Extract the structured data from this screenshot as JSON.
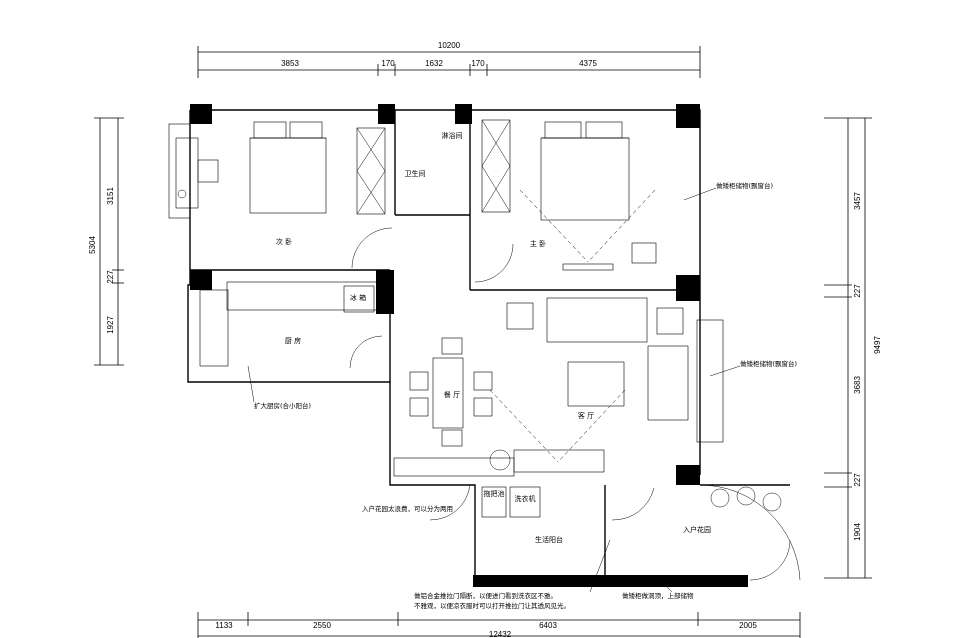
{
  "dimensions": {
    "top_total": "10200",
    "top_segments": [
      "3853",
      "170",
      "1632",
      "170",
      "4375"
    ],
    "left_total": "5304",
    "left_segments": [
      "3151",
      "227",
      "1927"
    ],
    "right_total": "9497",
    "right_segments": [
      "3457",
      "227",
      "3683",
      "227",
      "1904"
    ],
    "bottom_total": "12432",
    "bottom_segments": [
      "1133",
      "2550",
      "6403",
      "2005"
    ]
  },
  "rooms": {
    "second_bedroom": "次 卧",
    "master_bedroom": "主 卧",
    "bathroom": "卫生间",
    "shower": "淋浴间",
    "kitchen": "厨 房",
    "fridge": "冰 箱",
    "dining": "餐 厅",
    "living": "客 厅",
    "mop_sink": "拖把池",
    "washer": "洗衣机",
    "service_balcony": "生活阳台",
    "entry_garden": "入户花园"
  },
  "notes": {
    "bay_storage_top": "做矮柜储物(飘窗台)",
    "bay_storage_living": "做矮柜储物(飘窗台)",
    "kitchen_expand": "扩大厨房(合小阳台)",
    "garden_split": "入户花园太浪费，可以分为两用",
    "sliding_door_1": "做铝合金推拉门隔断，以便进门看到洗衣区不雅。",
    "sliding_door_2": "不雅观，以便凉衣服时可以打开推拉门让其透风见光。",
    "low_cabinet": "做矮柜做洞顶，上部储物"
  },
  "colors": {
    "wall": "#000000",
    "line": "#000000",
    "background": "#ffffff"
  }
}
